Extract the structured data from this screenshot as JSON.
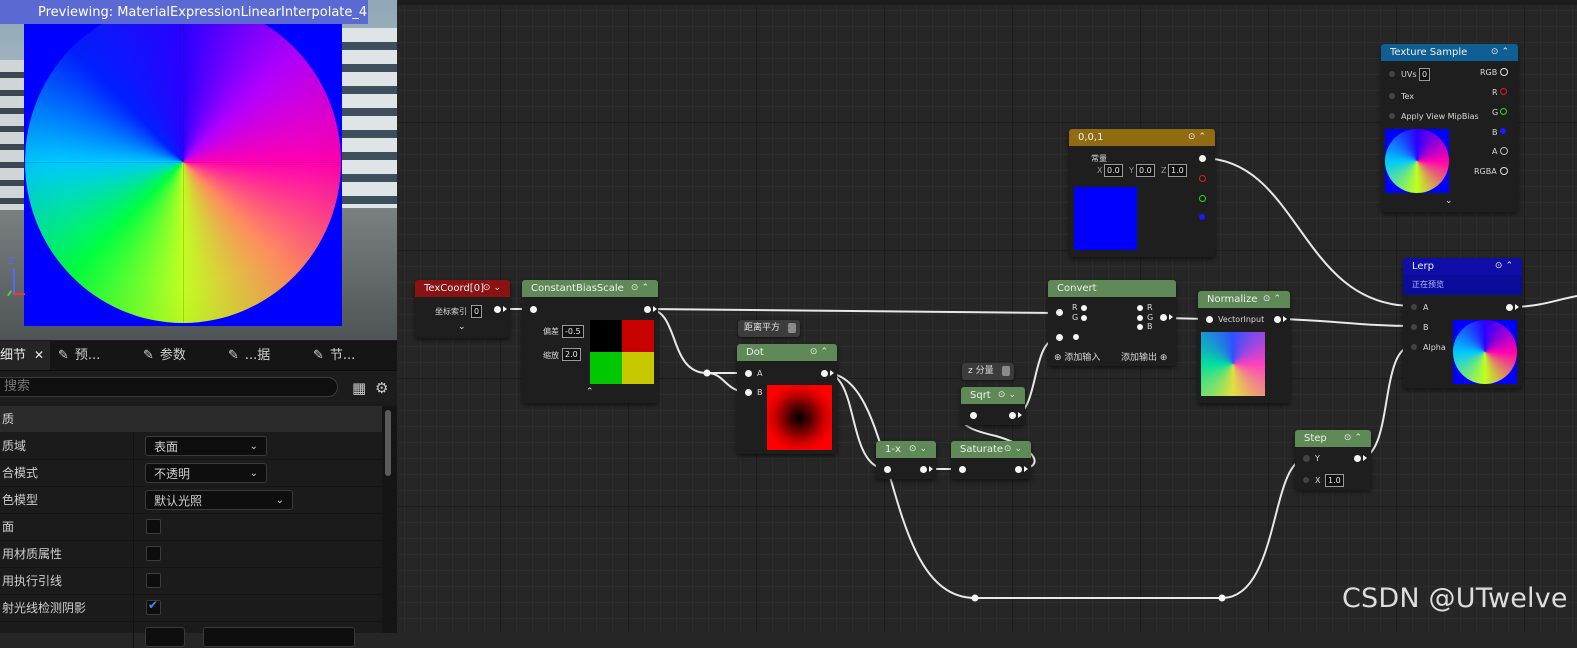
{
  "preview": {
    "title": "Previewing: MaterialExpressionLinearInterpolate_4",
    "axis_z": "Z"
  },
  "tabs": [
    {
      "label": "细节",
      "close": "✕"
    },
    {
      "label": "预..."
    },
    {
      "label": "参数"
    },
    {
      "label": "...据"
    },
    {
      "label": "节..."
    }
  ],
  "search": {
    "placeholder": "搜索"
  },
  "details": {
    "section": "质",
    "rows": [
      {
        "label": "质域",
        "value": "表面"
      },
      {
        "label": "合模式",
        "value": "不透明"
      },
      {
        "label": "色模型",
        "value": "默认光照"
      },
      {
        "label": "面"
      },
      {
        "label": "用材质属性"
      },
      {
        "label": "用执行引线"
      },
      {
        "label": "射光线检测阴影"
      }
    ]
  },
  "nodes": {
    "texcoord": {
      "title": "TexCoord[0]",
      "pin": "坐标索引",
      "value": "0"
    },
    "cbs": {
      "title": "ConstantBiasScale",
      "bias_label": "偏差",
      "bias": "-0.5",
      "scale_label": "缩放",
      "scale": "2.0"
    },
    "dot": {
      "title": "Dot",
      "comment": "距离平方",
      "a": "A",
      "b": "B"
    },
    "oneminus": {
      "title": "1-x"
    },
    "saturate": {
      "title": "Saturate"
    },
    "sqrt": {
      "title": "Sqrt",
      "comment": "z 分量"
    },
    "const": {
      "title": "0,0,1",
      "label": "常量",
      "x_label": "X",
      "x": "0.0",
      "y_label": "Y",
      "y": "0.0",
      "z_label": "Z",
      "z": "1.0"
    },
    "convert": {
      "title": "Convert",
      "r": "R",
      "g": "G",
      "b": "B",
      "add_input": "添加输入",
      "add_output": "添加输出"
    },
    "normalize": {
      "title": "Normalize",
      "pin": "VectorInput"
    },
    "step": {
      "title": "Step",
      "y": "Y",
      "x_label": "X",
      "x": "1.0"
    },
    "texsample": {
      "title": "Texture Sample",
      "uvs": "UVs",
      "uvs_val": "0",
      "tex": "Tex",
      "mip": "Apply View MipBias",
      "out_rgb": "RGB",
      "out_r": "R",
      "out_g": "G",
      "out_b": "B",
      "out_a": "A",
      "out_rgba": "RGBA"
    },
    "lerp": {
      "title": "Lerp",
      "status": "正在预览",
      "a": "A",
      "b": "B",
      "alpha": "Alpha"
    }
  },
  "colors": {
    "accent_blue": "#3d8dff",
    "node_green": "#5f8a57",
    "node_red": "#8a1212",
    "node_gold": "#8f6c12",
    "node_blue": "#0f5e94",
    "node_navy": "#0f0fa8"
  },
  "watermark": "CSDN @UTwelve"
}
